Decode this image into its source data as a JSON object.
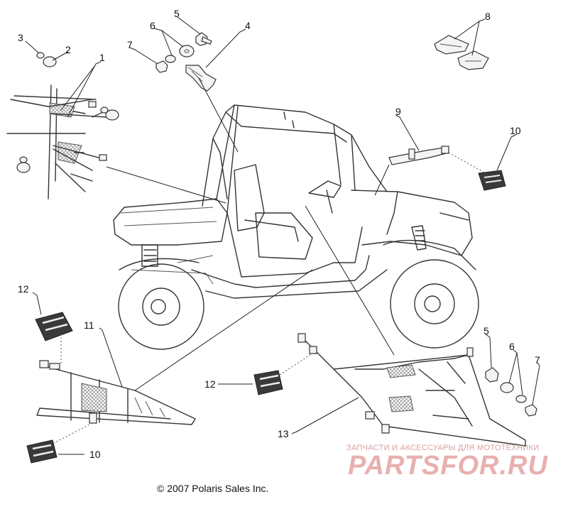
{
  "callouts": {
    "c1": "1",
    "c2": "2",
    "c3": "3",
    "c4": "4",
    "c5a": "5",
    "c5b": "5",
    "c6a": "6",
    "c6b": "6",
    "c7a": "7",
    "c7b": "7",
    "c8": "8",
    "c9": "9",
    "c10a": "10",
    "c10b": "10",
    "c11": "11",
    "c12a": "12",
    "c12b": "12",
    "c13": "13"
  },
  "copyright": "© 2007 Polaris Sales Inc.",
  "watermark": {
    "tagline": "ЗАПЧАСТИ И АКСЕССУАРЫ ДЛЯ МОТОТЕХНИКИ",
    "brand": "PARTSFOR.RU"
  },
  "colors": {
    "line": "#333333",
    "watermark": "#e8b0b0"
  }
}
